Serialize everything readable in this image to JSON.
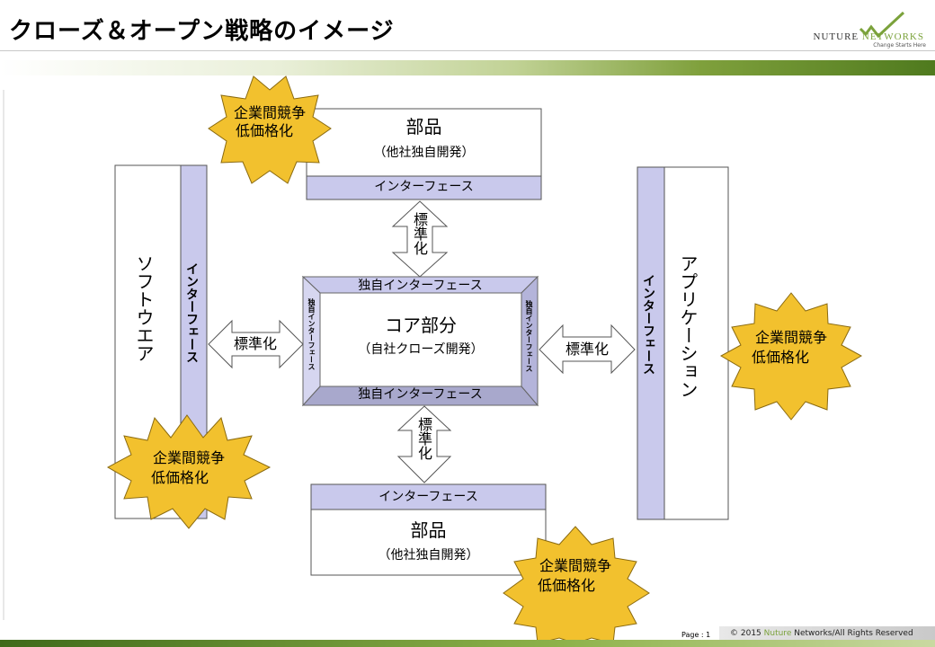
{
  "header": {
    "title": "クローズ＆オープン戦略のイメージ",
    "logo_name_a": "NUTURE",
    "logo_name_b": "NETWORKS",
    "logo_tagline": "Change Starts Here"
  },
  "colors": {
    "interface_fill": "#c9c9ec",
    "star_fill": "#f2c12e",
    "brand_green": "#7ba23b"
  },
  "diagram": {
    "parts_top": {
      "title": "部品",
      "subtitle": "（他社独自開発）",
      "interface": "インターフェース"
    },
    "parts_bottom": {
      "title": "部品",
      "subtitle": "（他社独自開発）",
      "interface": "インターフェース"
    },
    "software": {
      "title": "ソフトウエア",
      "interface": "インターフェース"
    },
    "application": {
      "title": "アプリケーション",
      "interface": "インターフェース"
    },
    "core": {
      "title": "コア部分",
      "subtitle": "（自社クローズ開発）",
      "top_label": "独自インターフェース",
      "bottom_label": "独自インターフェース",
      "left_label": "独自インターフェース",
      "right_label": "独自インターフェース"
    },
    "arrows": {
      "top": "標準化",
      "bottom": "標準化",
      "left": "標準化",
      "right": "標準化"
    },
    "stars": [
      {
        "line1": "企業間競争",
        "line2": "低価格化"
      },
      {
        "line1": "企業間競争",
        "line2": "低価格化"
      },
      {
        "line1": "企業間競争",
        "line2": "低価格化"
      },
      {
        "line1": "企業間競争",
        "line2": "低価格化"
      }
    ]
  },
  "footer": {
    "page": "Page : 1",
    "copyright_a": "© 2015 ",
    "copyright_b": "Nuture",
    "copyright_c": " Networks/All Rights Reserved"
  }
}
